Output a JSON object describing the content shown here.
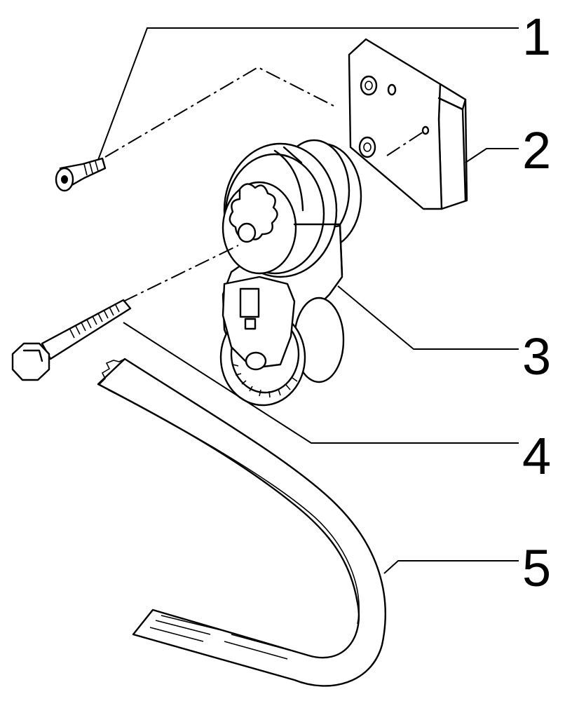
{
  "callouts": {
    "c1": "1",
    "c2": "2",
    "c3": "3",
    "c4": "4",
    "c5": "5"
  },
  "parts": [
    {
      "number": "1",
      "icon": "countersunk-screw"
    },
    {
      "number": "2",
      "icon": "mounting-plate"
    },
    {
      "number": "3",
      "icon": "belt-tensioner-pulley"
    },
    {
      "number": "4",
      "icon": "hex-bolt"
    },
    {
      "number": "5",
      "icon": "poly-v-belt"
    }
  ],
  "colors": {
    "line": "#000000",
    "background": "#ffffff"
  }
}
